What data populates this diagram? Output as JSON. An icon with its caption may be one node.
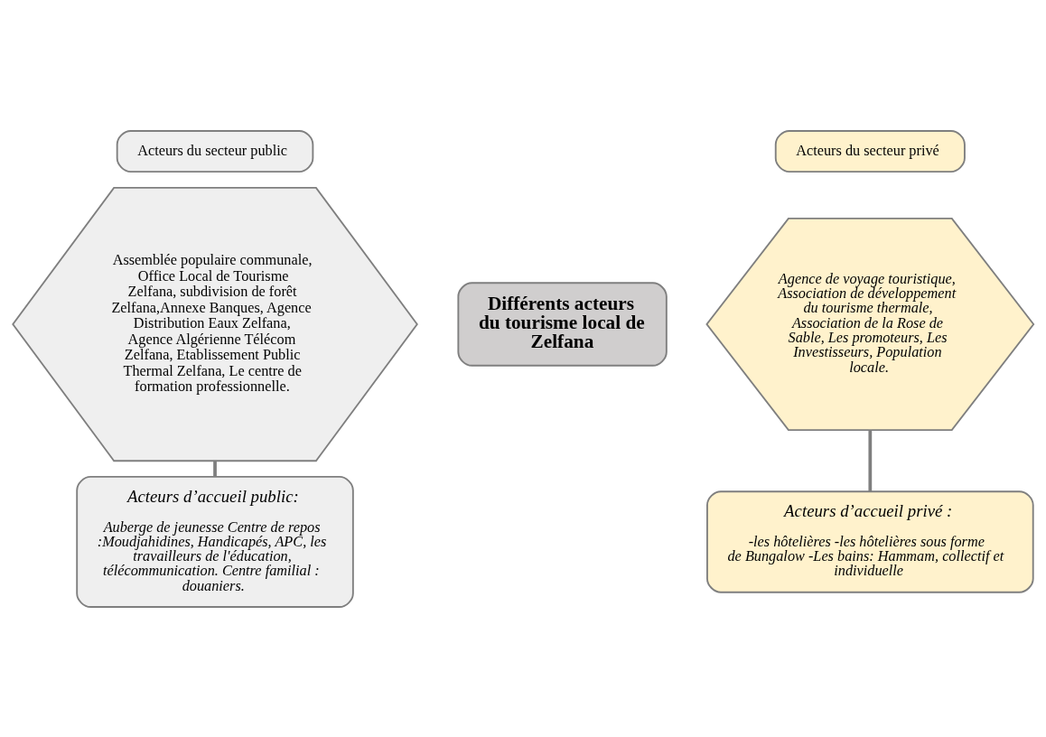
{
  "diagram": {
    "nodes": [
      {
        "text": [
          "Acteurs du secteur public"
        ]
      },
      {
        "text": [
          "Assemblée populaire communale, Office Local de Tourisme Zelfana, subdivision de forêt Zelfana,Annexe Banques, Agence Distribution Eaux Zelfana, Agence Algérienne Télécom Zelfana, Etablissement Public Thermal Zelfana, Le centre de formation professionnelle."
        ]
      },
      {
        "text": [
          "Acteurs d’accueil public:",
          "Auberge de jeunesse Centre de repos :Moudjahidines, Handicapés, APC, les travailleurs de l'éducation, télécommunication. Centre familial : douaniers."
        ]
      },
      {
        "text": [
          "Différents acteurs du tourisme local de Zelfana"
        ]
      },
      {
        "text": [
          "Acteurs du secteur privé"
        ]
      },
      {
        "text": [
          "Agence de voyage touristique, Association de développement du tourisme thermale, Association de la Rose de Sable, Les promoteurs, Les Investisseurs, Population locale."
        ]
      },
      {
        "text": [
          "Acteurs d’accueil privé :",
          "-les hôtelières -les hôtelières sous forme de Bungalow -Les bains: Hammam, collectif et individuelle"
        ]
      }
    ],
    "edges": [
      {
        "from": 1,
        "to": 2,
        "arrow": "none"
      },
      {
        "from": 5,
        "to": 6,
        "arrow": "none"
      }
    ]
  }
}
